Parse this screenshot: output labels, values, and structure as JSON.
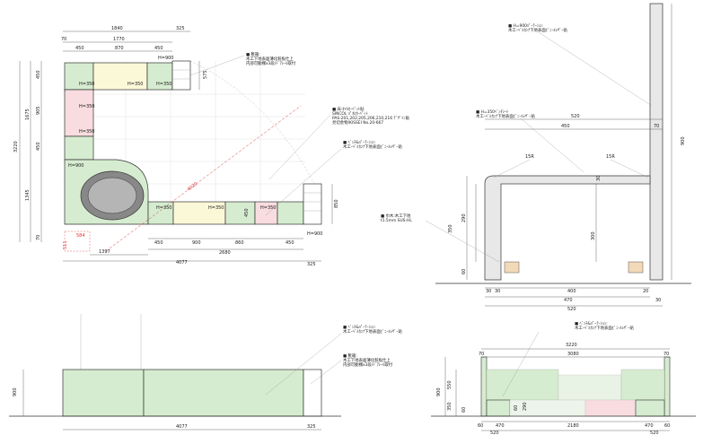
{
  "colors": {
    "green": "#d6ecd0",
    "yellow": "#fbf8d8",
    "pink": "#f8dcdf",
    "gray_wall": "#e8e8e8",
    "red": "#d33333"
  },
  "plan": {
    "top_dims": {
      "d1840": "1840",
      "d325a": "325",
      "d70": "70",
      "d1770": "1770",
      "d450a": "450",
      "d870": "870",
      "d450b": "450"
    },
    "left_dims": {
      "d450": "450",
      "d1675": "1675",
      "d905": "905",
      "d3220": "3220",
      "d450c": "450",
      "d1345": "1345",
      "d70b": "70"
    },
    "bottom_dims": {
      "d450": "450",
      "d900": "900",
      "d860": "860",
      "d450b": "450",
      "d2680": "2680",
      "d1397": "1397",
      "d4077": "4077",
      "d325": "325"
    },
    "right_dims": {
      "d575": "575",
      "d850": "850"
    },
    "heights": {
      "h900a": "H=900",
      "h350a": "H=350",
      "h350b": "H=350",
      "h350c": "H=350",
      "h350d": "H=350",
      "h350e": "H=350",
      "h900b": "H=900",
      "h350f": "H=350",
      "h350g": "H=350",
      "h350h": "H=350",
      "h900c": "H=900"
    },
    "inner_dims": {
      "d450": "450"
    },
    "red_labels": {
      "r4020": "4020",
      "r584": "584",
      "r511": "511"
    },
    "notes": {
      "kakuki_title": "■ 靴箱:",
      "kakuki_line1": "木工下地表面薄化粧板仕上",
      "kakuki_line2": "内部可動棚x3段/ﾄﾞｱﾚｰﾙ取付",
      "bench_title": "■ 床:ﾀｲﾙｶｰﾍﾟｯﾄ貼",
      "bench_line1": "SINCOL ﾊﾟﾈﾙｶｰﾍﾟｯﾄ",
      "bench_line2": "PAS-201,202,205,206,210,216 ﾃﾞｻﾞｲﾝ貼",
      "bench_line3": "見切金物/KISSEI No.20-667",
      "vinyl_title": "■ ﾍﾞﾝﾁ&ﾊﾟｰﾃｰｼｮﾝ:",
      "vinyl_line1": "木工ｰﾍﾞﾙｶﾝﾅ下地表面ﾋﾞﾆｰﾙﾚｻﾞｰ貼"
    }
  },
  "section": {
    "notes": {
      "top_title": "■ H=900ﾊﾟｰﾃｰｼｮﾝ",
      "top_line1": "木工ｰﾍﾞﾙｶﾝﾅ下地表面ﾋﾞﾆｰﾙﾚｻﾞｰ貼",
      "mid_title": "■ H=350ﾍﾞﾝﾁｼｰﾄ",
      "mid_line1": "木工ｰﾍﾞﾙｶﾝﾅ下地表面ﾋﾞﾆｰﾙﾚｻﾞｰ貼",
      "base_title": "■ 巾木:木工下地",
      "base_line1": "t1.5mm SUS-HL"
    },
    "dims": {
      "d520a": "520",
      "d450": "450",
      "d70": "70",
      "d15ra": "15R",
      "d15rb": "15R",
      "d900": "900",
      "d30a": "30",
      "d290": "290",
      "d350": "350",
      "d300": "300",
      "d60": "60",
      "d30b": "30",
      "d30c": "30",
      "d400": "400",
      "d20": "20",
      "d470": "470",
      "d30d": "30",
      "d520b": "520"
    }
  },
  "elevation_left": {
    "notes": {
      "vinyl_title": "■ ﾍﾞﾝﾁ&ﾊﾟｰﾃｰｼｮﾝ:",
      "vinyl_line1": "木工ｰﾍﾞﾙｶﾝﾅ下地表面ﾋﾞﾆｰﾙﾚｻﾞｰ貼",
      "shoe_title": "■ 靴箱:",
      "shoe_line1": "木工下地表面薄化粧板仕上",
      "shoe_line2": "内部可動棚x3段/ﾄﾞｱﾚｰﾙ取付"
    },
    "dims": {
      "d900": "900",
      "d4077": "4077",
      "d325": "325"
    }
  },
  "elevation_right": {
    "notes": {
      "vinyl_title": "■ ﾍﾞﾝﾁ&ﾊﾟｰﾃｰｼｮﾝ:",
      "vinyl_line1": "木工ｰﾍﾞﾙｶﾝﾅ下地表面ﾋﾞﾆｰﾙﾚｻﾞｰ貼"
    },
    "dims": {
      "d3220": "3220",
      "d70a": "70",
      "d3080": "3080",
      "d70b": "70",
      "d900": "900",
      "d550": "550",
      "d350": "350",
      "d60": "60",
      "d290": "290",
      "d60b": "60",
      "d470a": "470",
      "d2180": "2180",
      "d470b": "470",
      "d60c": "60",
      "d520a": "520",
      "d520b": "520",
      "d60d": "60"
    }
  }
}
